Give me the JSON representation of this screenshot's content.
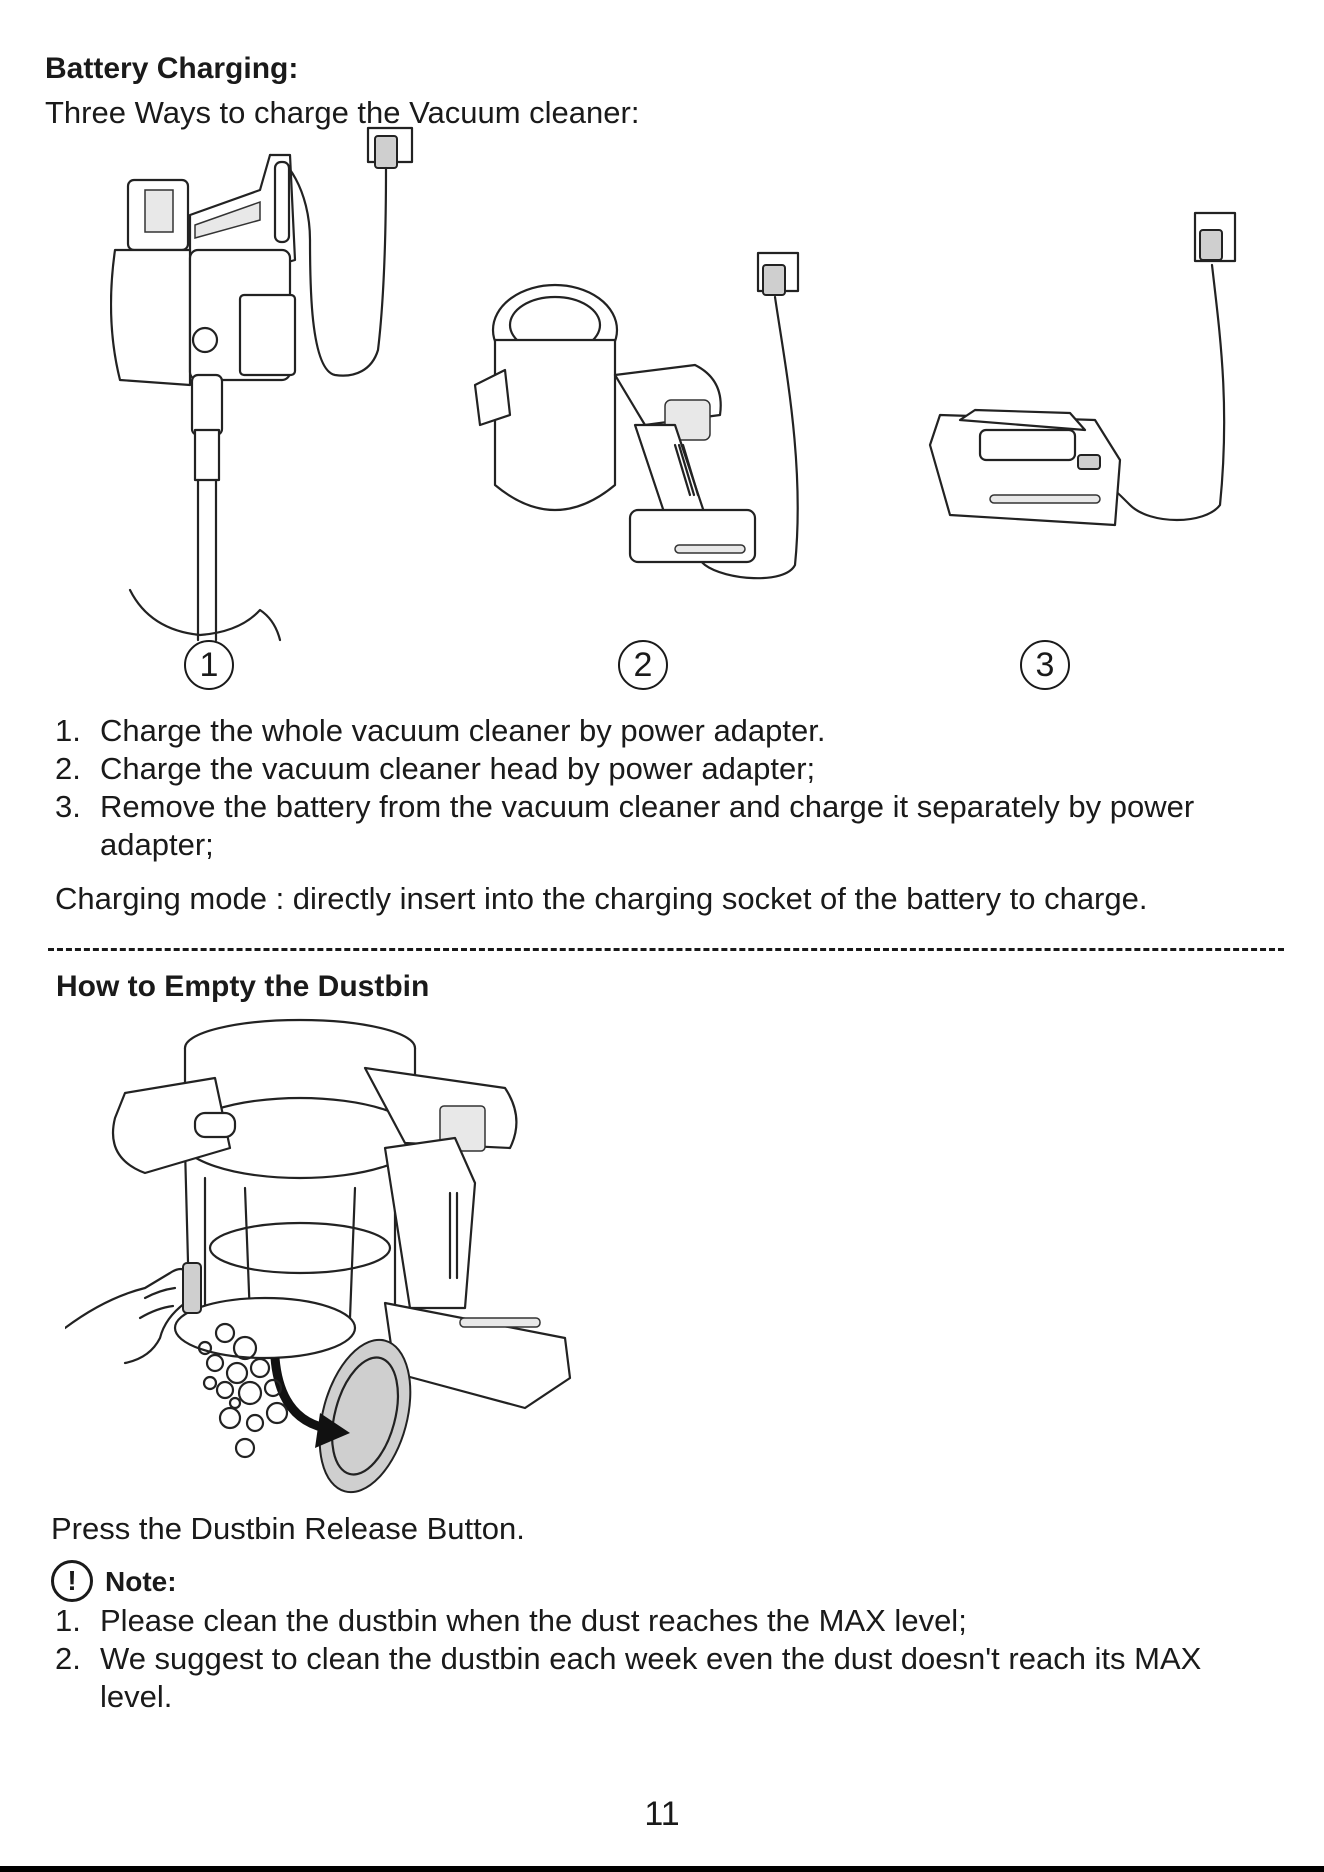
{
  "battery_section": {
    "heading": "Battery Charging:",
    "intro": "Three Ways to charge the Vacuum cleaner:",
    "figure_labels": [
      "1",
      "2",
      "3"
    ],
    "steps": [
      {
        "num": "1.",
        "text": "Charge the whole vacuum cleaner by power adapter."
      },
      {
        "num": "2.",
        "text": "Charge the vacuum cleaner head by power adapter;"
      },
      {
        "num": "3.",
        "text": "Remove the battery from the vacuum cleaner and charge it separately by power",
        "cont": "adapter;"
      }
    ],
    "charging_mode": "Charging mode : directly insert into the charging socket of the battery to charge."
  },
  "dustbin_section": {
    "heading": "How to Empty the Dustbin",
    "instruction": "Press the Dustbin Release Button.",
    "note_icon": "exclamation-icon",
    "note_icon_glyph": "!",
    "note_label": "Note:",
    "notes": [
      {
        "num": "1.",
        "text": "Please clean the dustbin when the dust reaches the MAX level;"
      },
      {
        "num": "2.",
        "text": "We suggest to clean the dustbin each week even the dust doesn't reach its MAX",
        "cont": "level."
      }
    ]
  },
  "page_number": "11"
}
